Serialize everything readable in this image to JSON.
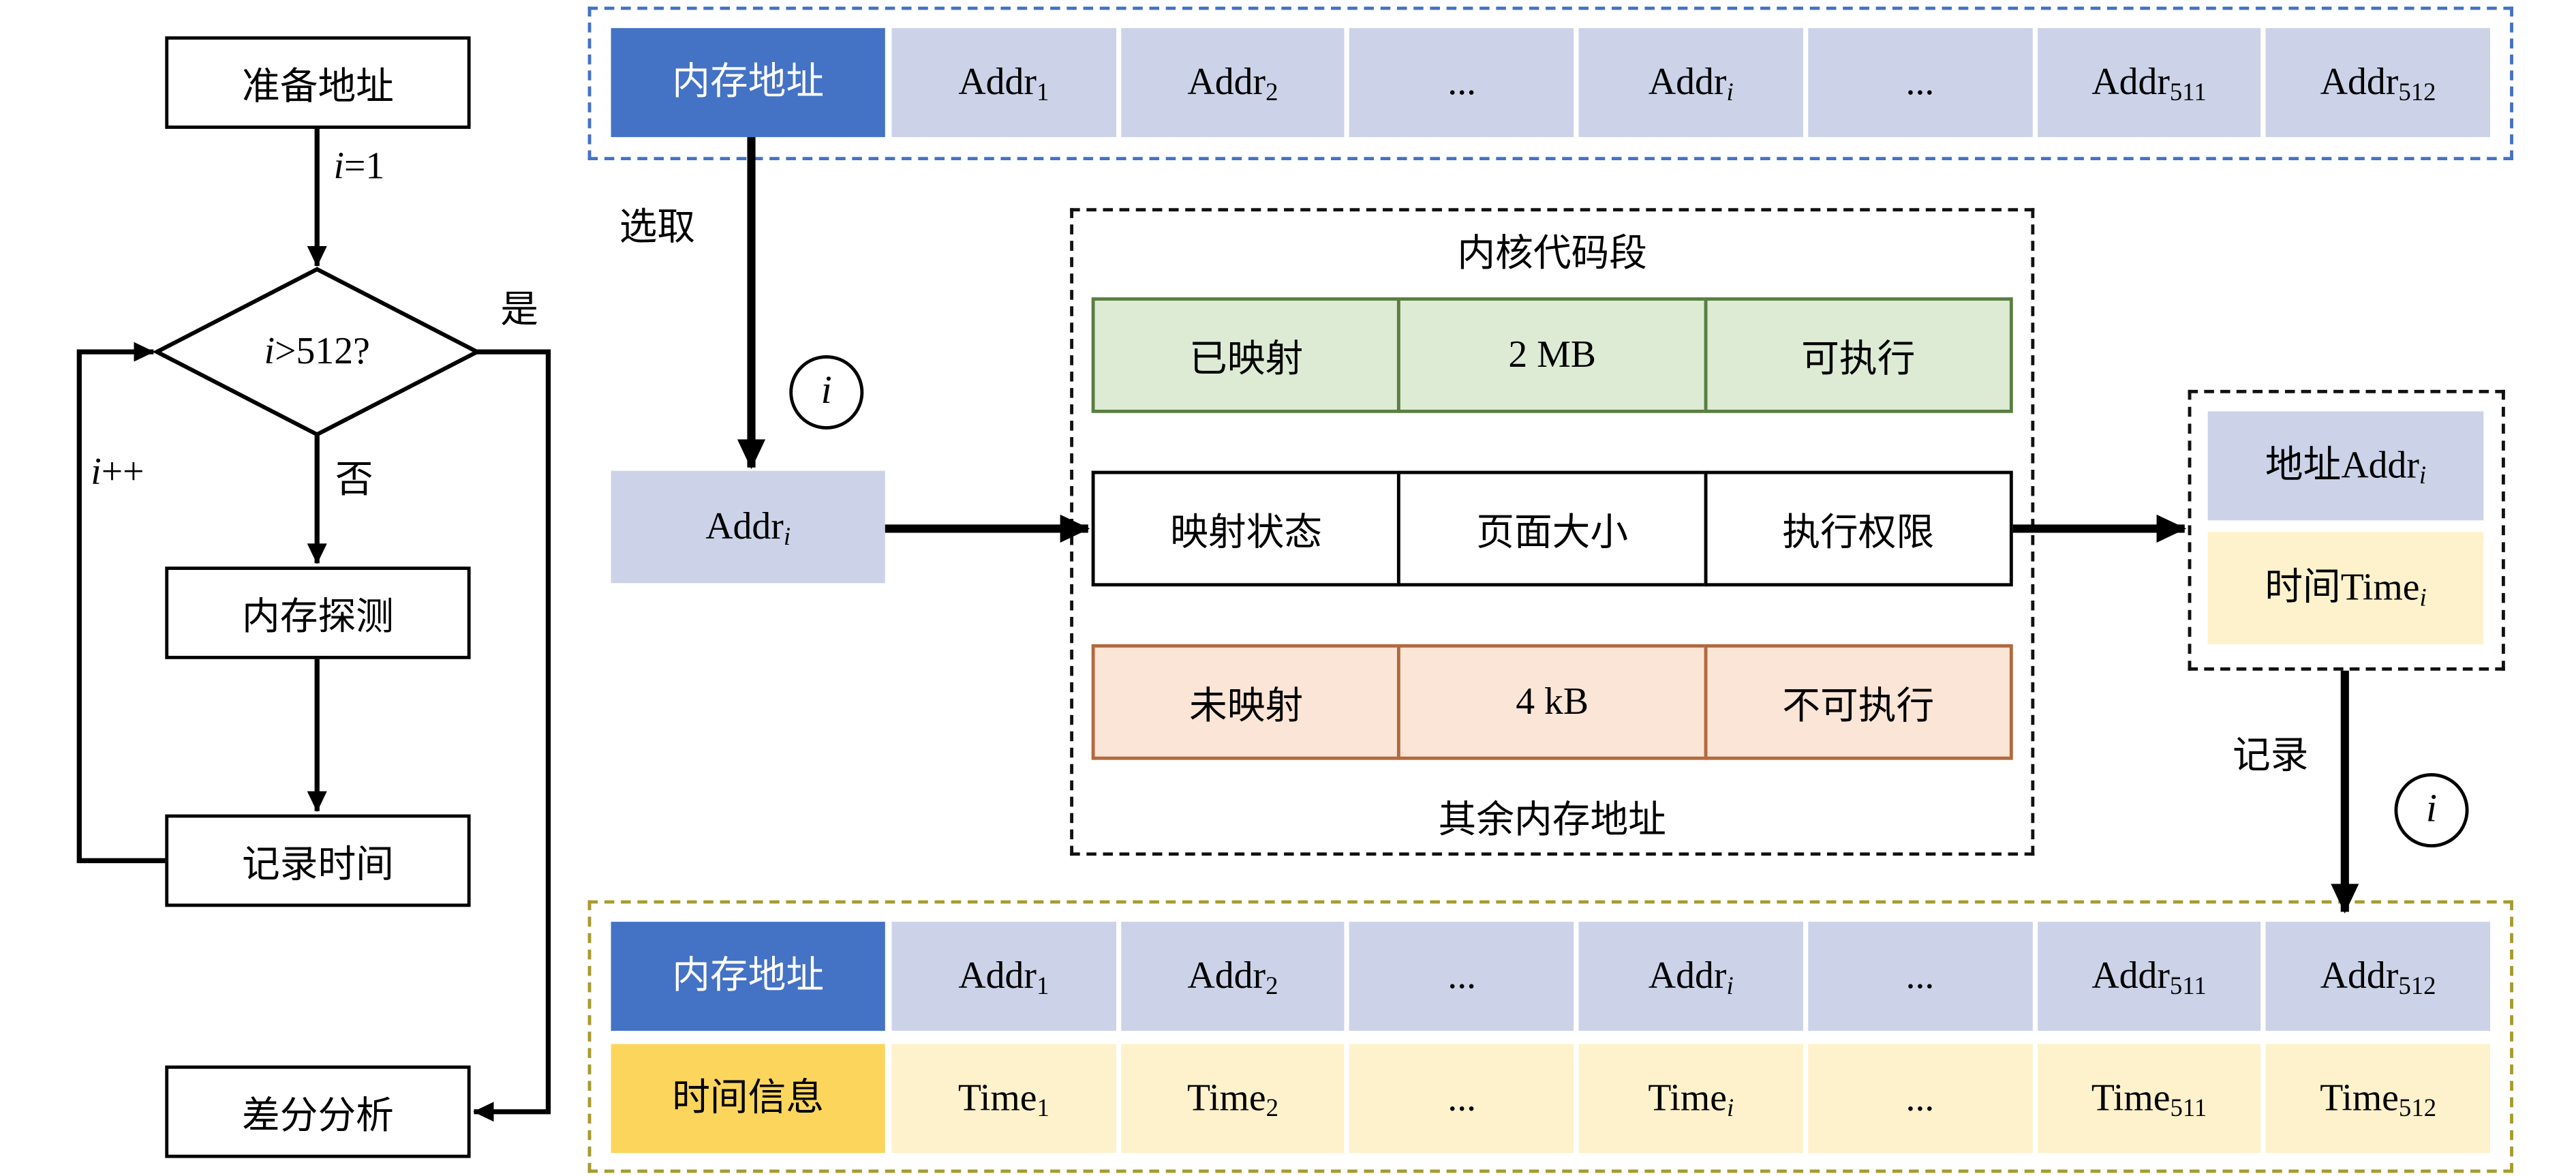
{
  "flowchart": {
    "prepare_label": "准备地址",
    "init_var": "i",
    "init_rest": "=1",
    "cond_var": "i",
    "cond_rest": ">512?",
    "yes_label": "是",
    "no_label": "否",
    "inc_var": "i",
    "inc_rest": "++",
    "probe_label": "内存探测",
    "record_label": "记录时间",
    "analysis_label": "差分分析"
  },
  "labels": {
    "select": "选取",
    "record": "记录",
    "index": "i"
  },
  "addr_box": {
    "base": "Addr",
    "sub": "i"
  },
  "top_table": {
    "header": "内存地址",
    "cells": [
      {
        "base": "Addr",
        "sub": "1"
      },
      {
        "base": "Addr",
        "sub": "2"
      },
      {
        "base": "...",
        "sub": ""
      },
      {
        "base": "Addr",
        "sub": "i"
      },
      {
        "base": "...",
        "sub": ""
      },
      {
        "base": "Addr",
        "sub": "511"
      },
      {
        "base": "Addr",
        "sub": "512"
      }
    ]
  },
  "kernel_box": {
    "title": "内核代码段",
    "footer": "其余内存地址",
    "mapped_row": [
      "已映射",
      "2 MB",
      "可执行"
    ],
    "status_row": [
      "映射状态",
      "页面大小",
      "执行权限"
    ],
    "unmapped_row": [
      "未映射",
      "4 kB",
      "不可执行"
    ]
  },
  "result_box": {
    "addr_prefix": "地址",
    "addr_base": "Addr",
    "addr_sub": "i",
    "time_prefix": "时间",
    "time_base": "Time",
    "time_sub": "i"
  },
  "bottom_table": {
    "addr_header": "内存地址",
    "time_header": "时间信息",
    "addr_cells": [
      {
        "base": "Addr",
        "sub": "1"
      },
      {
        "base": "Addr",
        "sub": "2"
      },
      {
        "base": "...",
        "sub": ""
      },
      {
        "base": "Addr",
        "sub": "i"
      },
      {
        "base": "...",
        "sub": ""
      },
      {
        "base": "Addr",
        "sub": "511"
      },
      {
        "base": "Addr",
        "sub": "512"
      }
    ],
    "time_cells": [
      {
        "base": "Time",
        "sub": "1"
      },
      {
        "base": "Time",
        "sub": "2"
      },
      {
        "base": "...",
        "sub": ""
      },
      {
        "base": "Time",
        "sub": "i"
      },
      {
        "base": "...",
        "sub": ""
      },
      {
        "base": "Time",
        "sub": "511"
      },
      {
        "base": "Time",
        "sub": "512"
      }
    ]
  },
  "colors": {
    "header_blue": "#4472c4",
    "cell_lavender": "#ccd3e8",
    "header_yellow": "#fcd65c",
    "cell_light_yellow": "#fdf2cc",
    "green_fill": "#ddebd5",
    "green_border": "#5a7e41",
    "peach_fill": "#fbe5d6",
    "peach_border": "#b2693e",
    "frame_blue": "#4472c4",
    "frame_olive": "#a79b2e",
    "line_black": "#000000"
  }
}
